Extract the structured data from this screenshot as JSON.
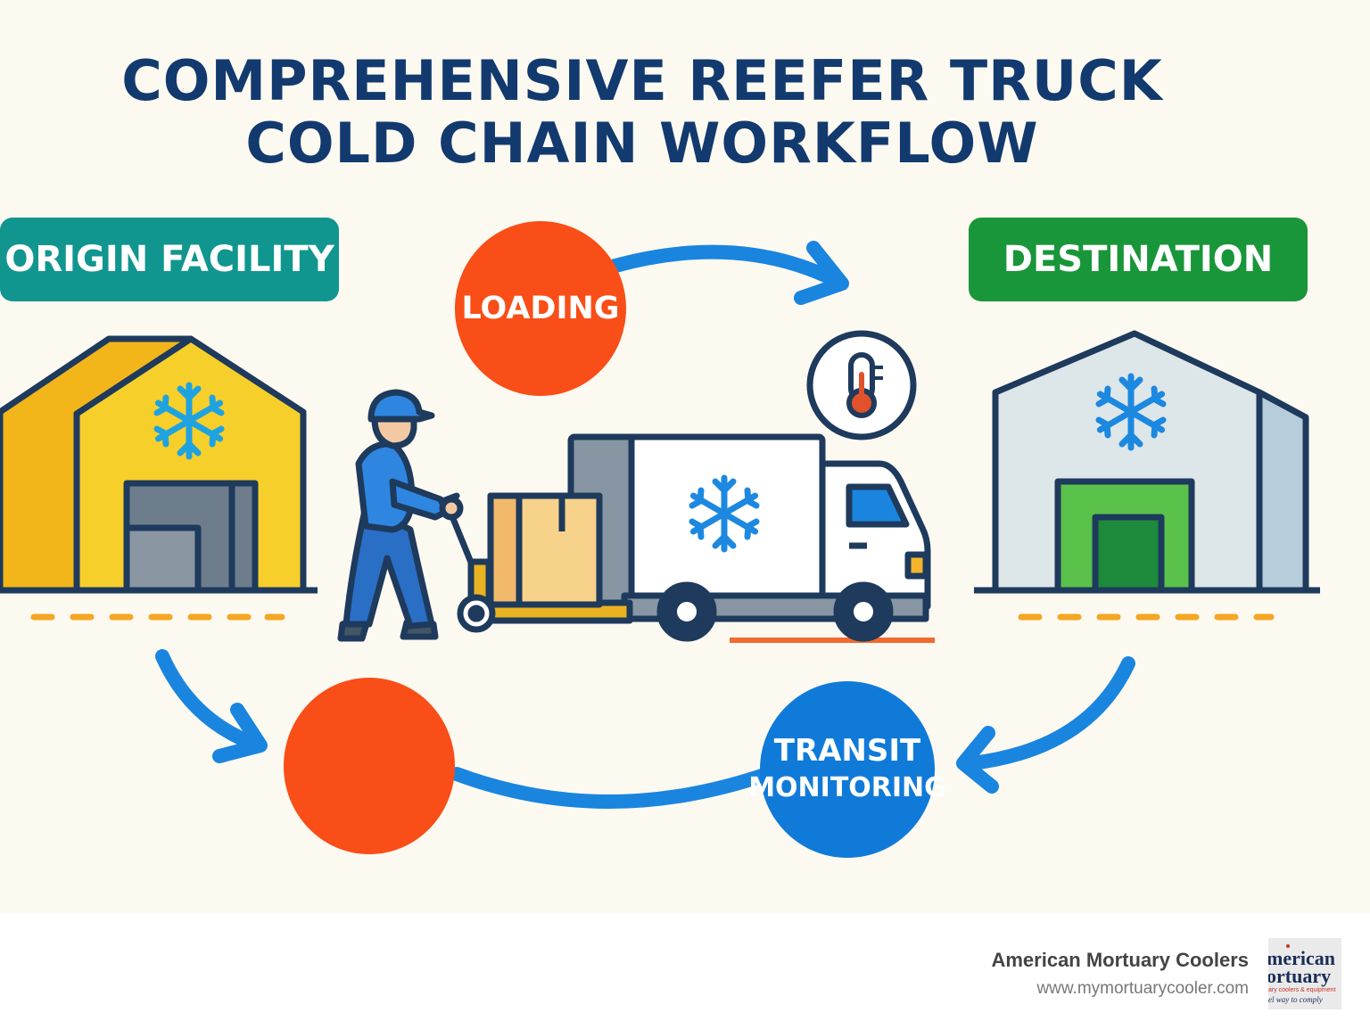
{
  "title": "COMPREHENSIVE REEFER TRUCK COLD CHAIN WORKFLOW",
  "labels": {
    "origin": "ORIGIN FACILITY",
    "destination": "DESTINATION",
    "loading": "LOADING",
    "transit_line1": "TRANSIT",
    "transit_line2": "MONITORING"
  },
  "footer": {
    "company": "American Mortuary Coolers",
    "url": "www.mymortuarycooler.com"
  },
  "logo": {
    "line1": "merican",
    "line2": "ortuary",
    "line3": "ary coolers & equipment",
    "line4": "el way to comply"
  },
  "colors": {
    "title": "#123a6e",
    "origin_tag": "#11968f",
    "destination_tag": "#199639",
    "step_orange": "#f94e18",
    "step_blue": "#107ad8",
    "arrow_blue": "#1a85df",
    "snowflake": "#1fa3e0",
    "outline": "#1e3a5c",
    "origin_building": "#f7cf2a",
    "destination_building": "#d8e3e6",
    "dock_green": "#5ac24a",
    "road_dash": "#f5a623"
  },
  "icons": [
    "snowflake-icon",
    "thermometer-icon",
    "worker",
    "pallet-jack",
    "box",
    "reefer-truck"
  ]
}
